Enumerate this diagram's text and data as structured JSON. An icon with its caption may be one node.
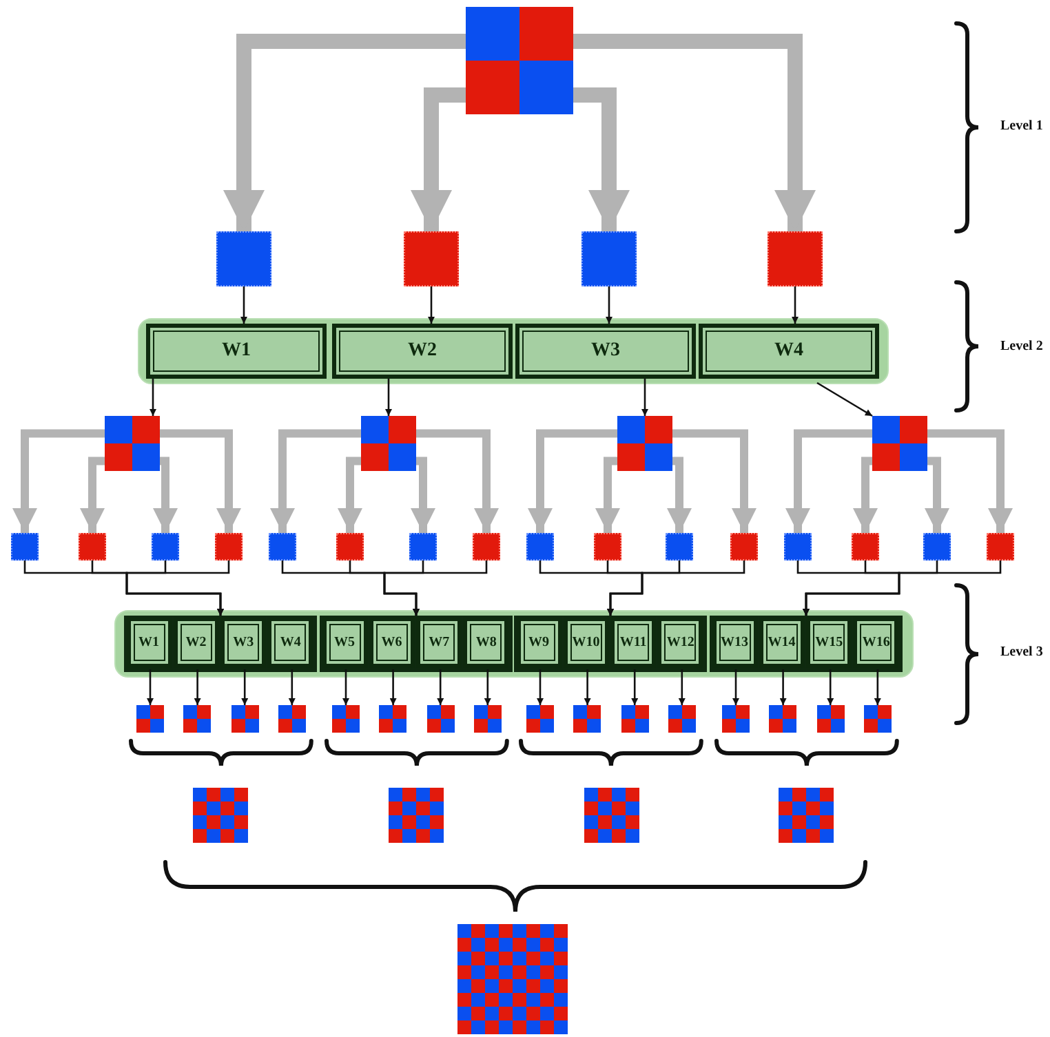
{
  "diagram": {
    "nodes": [
      {
        "text": [],
        "shape": "grid"
      },
      {
        "text": [],
        "shape": "box"
      },
      {
        "text": [],
        "shape": "box"
      },
      {
        "text": [],
        "shape": "box"
      },
      {
        "text": [],
        "shape": "box"
      },
      {
        "text": [],
        "shape": "box"
      },
      {
        "text": [
          "W1"
        ],
        "in": 5
      },
      {
        "text": [
          "W2"
        ],
        "in": 5
      },
      {
        "text": [
          "W3"
        ],
        "in": 5
      },
      {
        "text": [
          "W4"
        ],
        "in": 5
      },
      {
        "text": [],
        "shape": "grid"
      },
      {
        "text": [],
        "shape": "grid"
      },
      {
        "text": [],
        "shape": "grid"
      },
      {
        "text": [],
        "shape": "grid"
      },
      {
        "text": [],
        "shape": "box"
      },
      {
        "text": [],
        "shape": "box"
      },
      {
        "text": [],
        "shape": "box"
      },
      {
        "text": [],
        "shape": "box"
      },
      {
        "text": [],
        "shape": "box"
      },
      {
        "text": [],
        "shape": "box"
      },
      {
        "text": [],
        "shape": "box"
      },
      {
        "text": [],
        "shape": "box"
      },
      {
        "text": [],
        "shape": "box"
      },
      {
        "text": [],
        "shape": "box"
      },
      {
        "text": [],
        "shape": "box"
      },
      {
        "text": [],
        "shape": "box"
      },
      {
        "text": [],
        "shape": "box"
      },
      {
        "text": [],
        "shape": "box"
      },
      {
        "text": [],
        "shape": "box"
      },
      {
        "text": [],
        "shape": "box"
      },
      {
        "text": [],
        "shape": "box"
      },
      {
        "text": [],
        "shape": "box",
        "in": 30
      },
      {
        "text": [],
        "shape": "box",
        "in": 30
      },
      {
        "text": [],
        "shape": "box",
        "in": 30
      },
      {
        "text": [],
        "shape": "box",
        "in": 30
      },
      {
        "text": [
          "W1"
        ],
        "in": 31
      },
      {
        "text": [
          "W2"
        ],
        "in": 31
      },
      {
        "text": [
          "W3"
        ],
        "in": 31
      },
      {
        "text": [
          "W4"
        ],
        "in": 31
      },
      {
        "text": [
          "W5"
        ],
        "in": 32
      },
      {
        "text": [
          "W6"
        ],
        "in": 32
      },
      {
        "text": [
          "W7"
        ],
        "in": 32
      },
      {
        "text": [
          "W8"
        ],
        "in": 32
      },
      {
        "text": [
          "W9"
        ],
        "in": 33
      },
      {
        "text": [
          "W10"
        ],
        "in": 33
      },
      {
        "text": [
          "W11"
        ],
        "in": 33
      },
      {
        "text": [
          "W12"
        ],
        "in": 33
      },
      {
        "text": [
          "W13"
        ],
        "in": 34
      },
      {
        "text": [
          "W14"
        ],
        "in": 34
      },
      {
        "text": [
          "W15"
        ],
        "in": 34
      },
      {
        "text": [
          "W16"
        ],
        "in": 34
      },
      {
        "text": [],
        "shape": "grid"
      },
      {
        "text": [],
        "shape": "grid"
      },
      {
        "text": [],
        "shape": "grid"
      },
      {
        "text": [],
        "shape": "grid"
      },
      {
        "text": [],
        "shape": "grid"
      },
      {
        "text": [],
        "shape": "grid"
      },
      {
        "text": [],
        "shape": "grid"
      },
      {
        "text": [],
        "shape": "grid"
      },
      {
        "text": [],
        "shape": "grid"
      },
      {
        "text": [],
        "shape": "grid"
      },
      {
        "text": [],
        "shape": "grid"
      },
      {
        "text": [],
        "shape": "grid"
      },
      {
        "text": [],
        "shape": "grid"
      },
      {
        "text": [],
        "shape": "grid"
      },
      {
        "text": [],
        "shape": "grid"
      },
      {
        "text": [],
        "shape": "grid"
      },
      {
        "text": [],
        "shape": "grid"
      },
      {
        "text": [],
        "shape": "grid"
      },
      {
        "text": [],
        "shape": "grid"
      },
      {
        "text": [],
        "shape": "grid"
      },
      {
        "text": [],
        "shape": "grid"
      }
    ],
    "edges": [
      {
        "from": 0,
        "to": 1,
        "arrow": "to",
        "style": "thick",
        "color": "#b3b3b3"
      },
      {
        "from": 0,
        "to": 2,
        "arrow": "to",
        "style": "thick",
        "color": "#b3b3b3"
      },
      {
        "from": 0,
        "to": 3,
        "arrow": "to",
        "style": "thick",
        "color": "#b3b3b3"
      },
      {
        "from": 0,
        "to": 4,
        "arrow": "to",
        "style": "thick",
        "color": "#b3b3b3"
      },
      {
        "from": 1,
        "to": 6,
        "arrow": "to"
      },
      {
        "from": 2,
        "to": 7,
        "arrow": "to"
      },
      {
        "from": 3,
        "to": 8,
        "arrow": "to"
      },
      {
        "from": 4,
        "to": 9,
        "arrow": "to"
      },
      {
        "from": 6,
        "to": 10,
        "arrow": "to"
      },
      {
        "from": 7,
        "to": 11,
        "arrow": "to"
      },
      {
        "from": 8,
        "to": 12,
        "arrow": "to"
      },
      {
        "from": 9,
        "to": 13,
        "arrow": "to"
      },
      {
        "from": 10,
        "to": 14,
        "arrow": "to",
        "style": "thick",
        "color": "#b3b3b3"
      },
      {
        "from": 10,
        "to": 15,
        "arrow": "to",
        "style": "thick",
        "color": "#b3b3b3"
      },
      {
        "from": 10,
        "to": 16,
        "arrow": "to",
        "style": "thick",
        "color": "#b3b3b3"
      },
      {
        "from": 10,
        "to": 17,
        "arrow": "to",
        "style": "thick",
        "color": "#b3b3b3"
      },
      {
        "from": 11,
        "to": 18,
        "arrow": "to",
        "style": "thick",
        "color": "#b3b3b3"
      },
      {
        "from": 11,
        "to": 19,
        "arrow": "to",
        "style": "thick",
        "color": "#b3b3b3"
      },
      {
        "from": 11,
        "to": 20,
        "arrow": "to",
        "style": "thick",
        "color": "#b3b3b3"
      },
      {
        "from": 11,
        "to": 21,
        "arrow": "to",
        "style": "thick",
        "color": "#b3b3b3"
      },
      {
        "from": 12,
        "to": 22,
        "arrow": "to",
        "style": "thick",
        "color": "#b3b3b3"
      },
      {
        "from": 12,
        "to": 23,
        "arrow": "to",
        "style": "thick",
        "color": "#b3b3b3"
      },
      {
        "from": 12,
        "to": 24,
        "arrow": "to",
        "style": "thick",
        "color": "#b3b3b3"
      },
      {
        "from": 12,
        "to": 25,
        "arrow": "to",
        "style": "thick",
        "color": "#b3b3b3"
      },
      {
        "from": 13,
        "to": 26,
        "arrow": "to",
        "style": "thick",
        "color": "#b3b3b3"
      },
      {
        "from": 13,
        "to": 27,
        "arrow": "to",
        "style": "thick",
        "color": "#b3b3b3"
      },
      {
        "from": 13,
        "to": 28,
        "arrow": "to",
        "style": "thick",
        "color": "#b3b3b3"
      },
      {
        "from": 13,
        "to": 29,
        "arrow": "to",
        "style": "thick",
        "color": "#b3b3b3"
      },
      {
        "from": 14,
        "to": 31,
        "arrow": "to"
      },
      {
        "from": 15,
        "to": 31,
        "arrow": "to"
      },
      {
        "from": 16,
        "to": 31,
        "arrow": "to"
      },
      {
        "from": 17,
        "to": 31,
        "arrow": "to"
      },
      {
        "from": 18,
        "to": 32,
        "arrow": "to"
      },
      {
        "from": 19,
        "to": 32,
        "arrow": "to"
      },
      {
        "from": 20,
        "to": 32,
        "arrow": "to"
      },
      {
        "from": 21,
        "to": 32,
        "arrow": "to"
      },
      {
        "from": 22,
        "to": 33,
        "arrow": "to"
      },
      {
        "from": 23,
        "to": 33,
        "arrow": "to"
      },
      {
        "from": 24,
        "to": 33,
        "arrow": "to"
      },
      {
        "from": 25,
        "to": 33,
        "arrow": "to"
      },
      {
        "from": 26,
        "to": 34,
        "arrow": "to"
      },
      {
        "from": 27,
        "to": 34,
        "arrow": "to"
      },
      {
        "from": 28,
        "to": 34,
        "arrow": "to"
      },
      {
        "from": 29,
        "to": 34,
        "arrow": "to"
      },
      {
        "from": 35,
        "to": 51,
        "arrow": "to"
      },
      {
        "from": 36,
        "to": 52,
        "arrow": "to"
      },
      {
        "from": 37,
        "to": 53,
        "arrow": "to"
      },
      {
        "from": 38,
        "to": 54,
        "arrow": "to"
      },
      {
        "from": 39,
        "to": 55,
        "arrow": "to"
      },
      {
        "from": 40,
        "to": 56,
        "arrow": "to"
      },
      {
        "from": 41,
        "to": 57,
        "arrow": "to"
      },
      {
        "from": 42,
        "to": 58,
        "arrow": "to"
      },
      {
        "from": 43,
        "to": 59,
        "arrow": "to"
      },
      {
        "from": 44,
        "to": 60,
        "arrow": "to"
      },
      {
        "from": 45,
        "to": 61,
        "arrow": "to"
      },
      {
        "from": 46,
        "to": 62,
        "arrow": "to"
      },
      {
        "from": 47,
        "to": 63,
        "arrow": "to"
      },
      {
        "from": 48,
        "to": 64,
        "arrow": "to"
      },
      {
        "from": 49,
        "to": 65,
        "arrow": "to"
      },
      {
        "from": 50,
        "to": 66,
        "arrow": "to"
      }
    ],
    "labels": [
      "Level 1",
      "Level 2",
      "Level 3"
    ]
  }
}
